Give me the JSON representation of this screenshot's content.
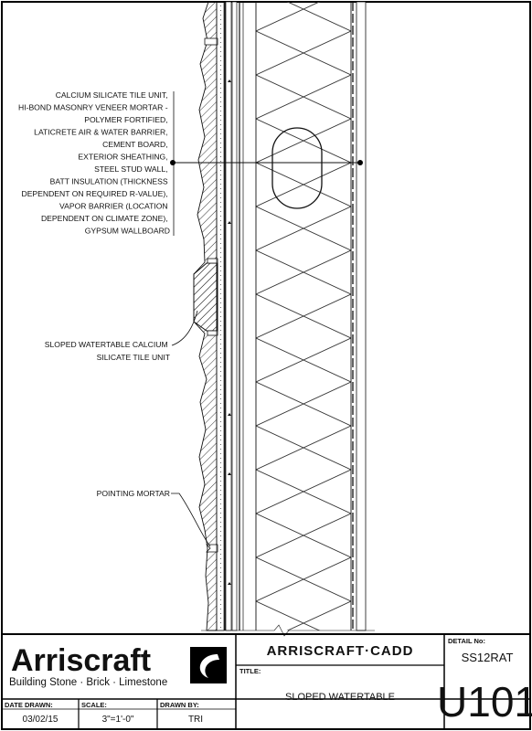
{
  "labels": {
    "assembly": [
      "CALCIUM SILICATE TILE UNIT,",
      "HI-BOND MASONRY VENEER MORTAR -",
      "POLYMER FORTIFIED,",
      "LATICRETE AIR & WATER BARRIER,",
      "CEMENT BOARD,",
      "EXTERIOR SHEATHING,",
      "STEEL STUD WALL,",
      "BATT INSULATION (THICKNESS",
      "DEPENDENT ON REQUIRED R-VALUE),",
      "VAPOR BARRIER (LOCATION",
      "DEPENDENT ON CLIMATE ZONE),",
      "GYPSUM WALLBOARD"
    ],
    "watertable": [
      "SLOPED WATERTABLE CALCIUM",
      "SILICATE TILE UNIT"
    ],
    "pointing": "POINTING MORTAR"
  },
  "title_block": {
    "brand": "Arriscraft",
    "tagline": "Building Stone · Brick · Limestone",
    "cadd_title": "ARRISCRAFT·CADD",
    "title_label": "TITLE:",
    "title_value": "SLOPED WATERTABLE",
    "detail_label": "DETAIL No:",
    "detail_code": "SS12RAT",
    "detail_number": "U101",
    "date_label": "DATE DRAWN:",
    "date_value": "03/02/15",
    "scale_label": "SCALE:",
    "scale_value": "3\"=1'-0\"",
    "drawn_label": "DRAWN BY:",
    "drawn_value": "TRI"
  }
}
